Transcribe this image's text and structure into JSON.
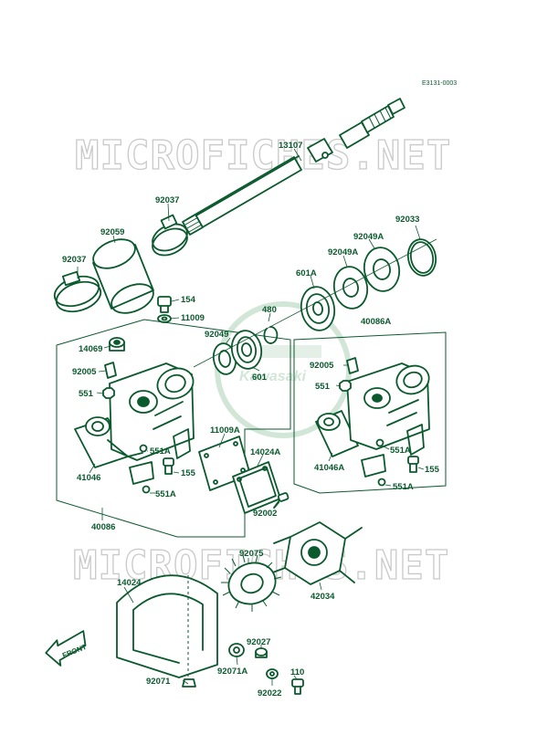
{
  "ref_code": "E3131-0003",
  "watermark": {
    "top": "MICROFICHES.NET",
    "bottom": "MICROFICHES.NET",
    "logo": "Kawasaki"
  },
  "front_arrow": "FRONT",
  "colors": {
    "ink": "#0b5a2e",
    "watermark": "#c9c9c9",
    "logo": "#d2e6d8"
  },
  "labels": {
    "p13107": "13107",
    "p92037_top": "92037",
    "p92059": "92059",
    "p92037_left": "92037",
    "p154": "154",
    "p11009": "11009",
    "p14069": "14069",
    "p92005_left": "92005",
    "p551_left": "551",
    "p551A_left1": "551A",
    "p41046": "41046",
    "p155_left": "155",
    "p551A_left2": "551A",
    "p40086": "40086",
    "p11009A": "11009A",
    "p14024A": "14024A",
    "p92002": "92002",
    "p92049": "92049",
    "p480": "480",
    "p601": "601",
    "p601A": "601A",
    "p92049A_1": "92049A",
    "p92049A_2": "92049A",
    "p92033": "92033",
    "p40086A": "40086A",
    "p92005_right": "92005",
    "p551_right": "551",
    "p551A_right1": "551A",
    "p41046A": "41046A",
    "p155_right": "155",
    "p551A_right2": "551A",
    "p92075": "92075",
    "p42034": "42034",
    "p14024": "14024",
    "p92027": "92027",
    "p92071A": "92071A",
    "p92071": "92071",
    "p110": "110",
    "p92022": "92022"
  }
}
